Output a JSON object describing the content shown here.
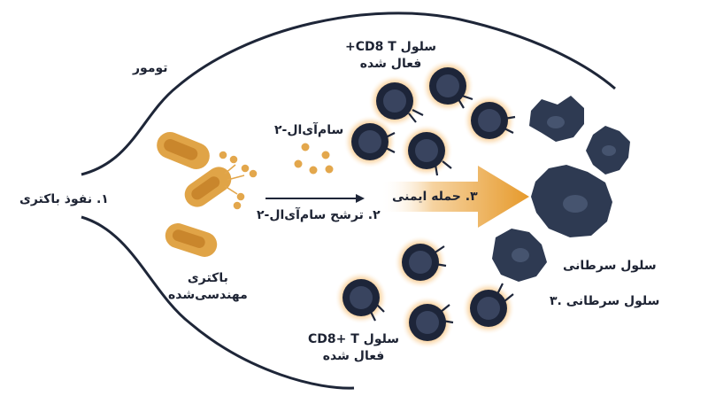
{
  "labels": {
    "tumor": "تومور",
    "step1": "۱. نفوذ باکتری",
    "bacteria_line1": "باکتری",
    "bacteria_line2": "مهندسی‌شده",
    "siral_small": "سام‌آی‌ال-۲",
    "step2": "۲. ترشح سام‌آی‌ال-۲",
    "step3_arrow": "۳. حمله ایمنی",
    "tcell_top_line1": "سلول CD8 T+",
    "tcell_top_line2": "فعال شده",
    "tcell_bottom_line1": "سلول CD8+ T",
    "tcell_bottom_line2": "فعال شده",
    "cancer_cells": "سلول سرطانی",
    "cancer_cells_3": "سلول سرطانی .۳"
  },
  "colors": {
    "outline": "#1e2638",
    "bacteria_fill": "#e0a447",
    "bacteria_inner": "#c9862c",
    "particle": "#e3a74c",
    "tcell_body": "#1d2539",
    "tcell_nucleus": "#39445f",
    "tcell_glow": "#f0a13a",
    "cancer_fill": "#2e3a52",
    "arrow_gradient_end": "#e69a2c"
  }
}
